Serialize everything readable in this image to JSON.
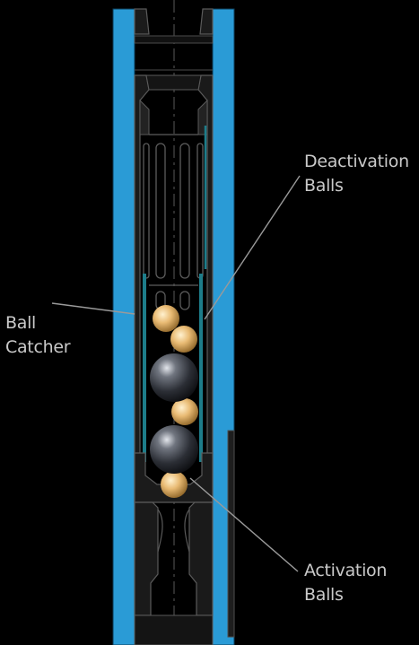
{
  "labels": {
    "deactivation": {
      "line1": "Deactivation",
      "line2": "Balls"
    },
    "ball_catcher": {
      "line1": "Ball",
      "line2": "Catcher"
    },
    "activation": {
      "line1": "Activation",
      "line2": "Balls"
    }
  },
  "colors": {
    "background": "#000000",
    "casing": "#2a9bd6",
    "tool_body": "#1b1b1b",
    "tool_outline": "#5a5a5a",
    "liner_teal": "#1d7d8a",
    "deactivation_ball": "#e6b56e",
    "activation_ball": "#3a3d44",
    "leader_line": "#9a9a9a",
    "label_text": "#c9c9c9"
  }
}
